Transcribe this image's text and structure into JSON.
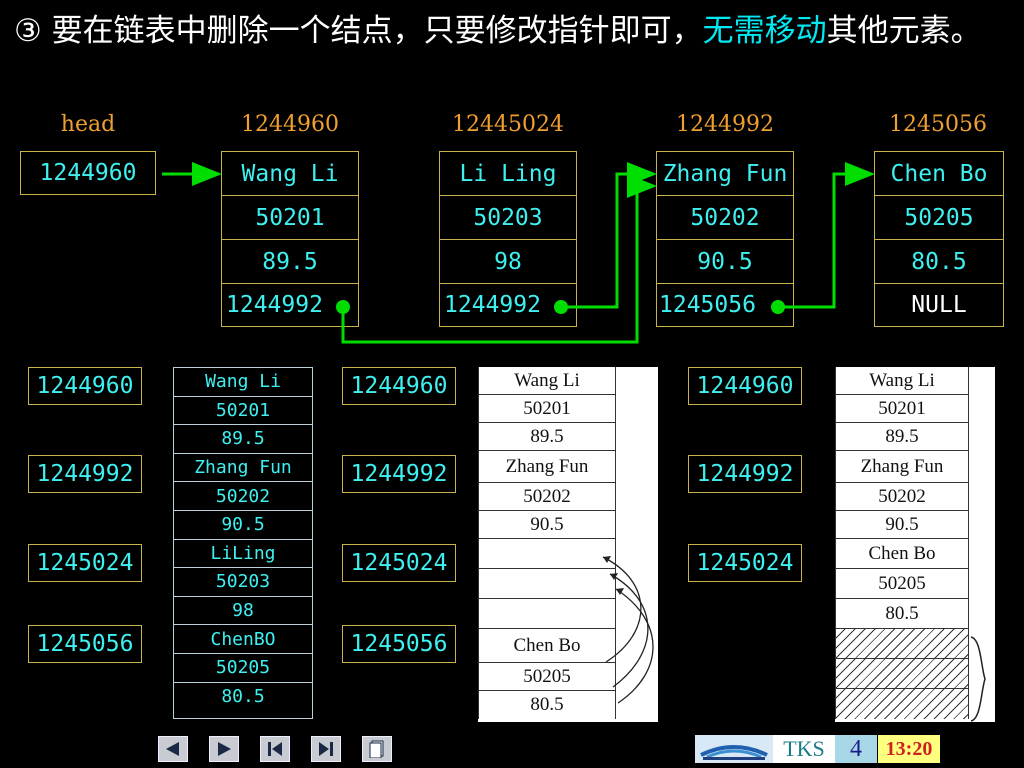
{
  "title": {
    "prefix": "③ 要在链表中删除一个结点，只要修改指针即可，",
    "highlight": "无需移动",
    "suffix": "其他元素。"
  },
  "linked_list": {
    "head": {
      "label": "head",
      "value": "1244960"
    },
    "nodes": [
      {
        "address": "1244960",
        "name": "Wang Li",
        "num": "50201",
        "score": "89.5",
        "next": "1244992"
      },
      {
        "address": "12445024",
        "name": "Li Ling",
        "num": "50203",
        "score": "98",
        "next": "1244992"
      },
      {
        "address": "1244992",
        "name": "Zhang Fun",
        "num": "50202",
        "score": "90.5",
        "next": "1245056"
      },
      {
        "address": "1245056",
        "name": "Chen Bo",
        "num": "50205",
        "score": "80.5",
        "next": "NULL"
      }
    ]
  },
  "memory": {
    "addresses": [
      "1244960",
      "1244992",
      "1245024",
      "1245056"
    ],
    "cells": [
      "Wang Li",
      "50201",
      "89.5",
      "Zhang Fun",
      "50202",
      "90.5",
      "LiLing",
      "50203",
      "98",
      "ChenBO",
      "50205",
      "80.5"
    ]
  },
  "scan1": {
    "rows": [
      "Wang Li",
      "50201",
      "89.5",
      "Zhang Fun",
      "50202",
      "90.5",
      "",
      "",
      "",
      "Chen Bo",
      "50205",
      "80.5"
    ]
  },
  "scan2": {
    "rows": [
      "Wang Li",
      "50201",
      "89.5",
      "Zhang Fun",
      "50202",
      "90.5",
      "Chen Bo",
      "50205",
      "80.5",
      "",
      "",
      ""
    ]
  },
  "footer": {
    "nav_icons": [
      "prev-icon",
      "next-icon",
      "first-icon",
      "last-icon",
      "page-icon"
    ],
    "tks": "TKS",
    "page": "4",
    "time": "13:20"
  },
  "colors": {
    "background": "#000000",
    "cell_text": "#3ff0f0",
    "cell_border": "#c8b44a",
    "address_label": "#f0a030",
    "pointer": "#00dd00",
    "highlight": "#00e8f0"
  }
}
